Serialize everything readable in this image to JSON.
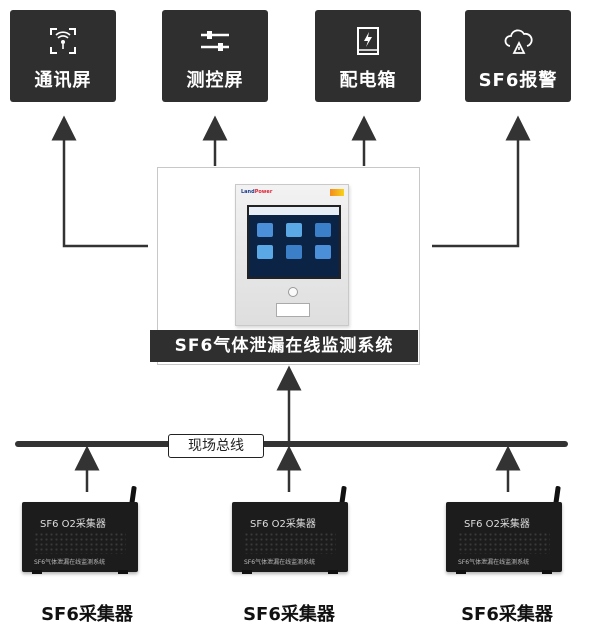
{
  "top_boxes": [
    {
      "label": "通讯屏",
      "icon": "wifi-scan-icon"
    },
    {
      "label": "测控屏",
      "icon": "sliders-icon"
    },
    {
      "label": "配电箱",
      "icon": "power-box-icon"
    },
    {
      "label": "SF6报警",
      "icon": "cloud-alarm-icon"
    }
  ],
  "system": {
    "brand_a": "Land",
    "brand_b": "Power",
    "label": "SF6气体泄漏在线监测系统"
  },
  "bus": {
    "label": "现场总线"
  },
  "collector": {
    "top_text": "SF6  O2采集器",
    "bottom_text": "SF6气体泄漏在线监测系统",
    "caption": "SF6采集器"
  },
  "colors": {
    "dark": "#2f2f2f",
    "line": "#333333"
  }
}
